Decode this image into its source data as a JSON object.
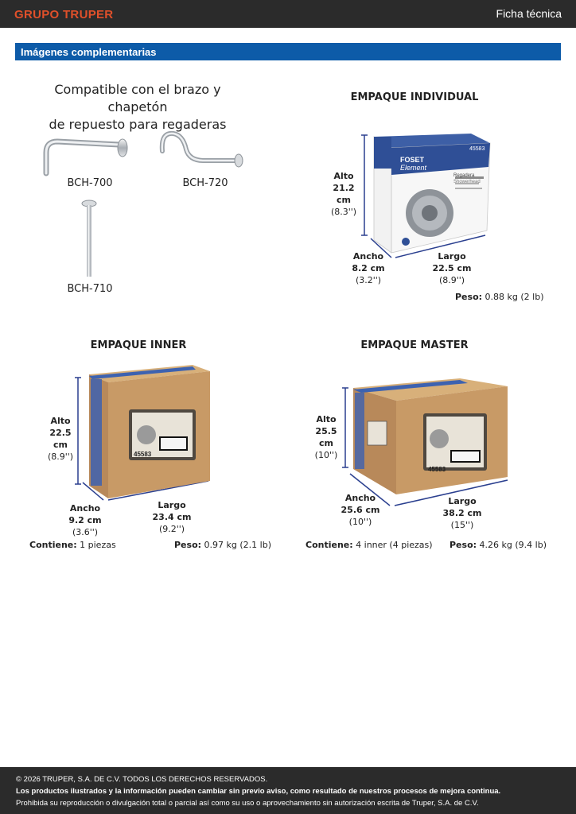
{
  "header": {
    "brand": "GRUPO TRUPER",
    "doc_type": "Ficha técnica",
    "brand_color": "#e0502a",
    "bar_color": "#2b2b2b"
  },
  "section": {
    "title": "Imágenes complementarias",
    "color": "#0d5ba8"
  },
  "compatible": {
    "title_line1": "Compatible con el brazo y chapetón",
    "title_line2": "de repuesto para regaderas",
    "parts": [
      {
        "code": "BCH-700",
        "icon": "shower-arm-l-icon"
      },
      {
        "code": "BCH-720",
        "icon": "shower-arm-s-icon"
      },
      {
        "code": "BCH-710",
        "icon": "shower-arm-vertical-icon"
      }
    ]
  },
  "packages": {
    "individual": {
      "title": "EMPAQUE INDIVIDUAL",
      "alto_label": "Alto",
      "alto_value": "21.2 cm",
      "alto_imp": "(8.3'')",
      "ancho_label": "Ancho",
      "ancho_value": "8.2 cm",
      "ancho_imp": "(3.2'')",
      "largo_label": "Largo",
      "largo_value": "22.5 cm",
      "largo_imp": "(8.9'')",
      "peso_label": "Peso:",
      "peso_value": "0.88 kg (2 lb)",
      "box_brand": "FOSET",
      "box_line": "Element",
      "box_sku": "45583",
      "box_product": "Regadera",
      "box_product_en": "Showerhead"
    },
    "inner": {
      "title": "EMPAQUE INNER",
      "alto_label": "Alto",
      "alto_value": "22.5 cm",
      "alto_imp": "(8.9'')",
      "ancho_label": "Ancho",
      "ancho_value": "9.2 cm",
      "ancho_imp": "(3.6'')",
      "largo_label": "Largo",
      "largo_value": "23.4 cm",
      "largo_imp": "(9.2'')",
      "contiene_label": "Contiene:",
      "contiene_value": "1 piezas",
      "peso_label": "Peso:",
      "peso_value": "0.97 kg (2.1 lb)",
      "box_sku": "45583"
    },
    "master": {
      "title": "EMPAQUE MASTER",
      "alto_label": "Alto",
      "alto_value": "25.5 cm",
      "alto_imp": "(10'')",
      "ancho_label": "Ancho",
      "ancho_value": "25.6 cm",
      "ancho_imp": "(10'')",
      "largo_label": "Largo",
      "largo_value": "38.2 cm",
      "largo_imp": "(15'')",
      "contiene_label": "Contiene:",
      "contiene_value": "4 inner (4 piezas)",
      "peso_label": "Peso:",
      "peso_value": "4.26 kg (9.4 lb)",
      "box_sku": "45583"
    }
  },
  "footer": {
    "copyright": "© 2026 TRUPER, S.A. DE C.V. TODOS LOS DERECHOS RESERVADOS.",
    "notice": "Los productos ilustrados y la información pueden cambiar sin previo aviso, como resultado de nuestros procesos de mejora continua.",
    "prohibition": "Prohibida su reproducción o divulgación total o parcial así como su uso o aprovechamiento sin autorización escrita de Truper, S.A. de C.V."
  }
}
